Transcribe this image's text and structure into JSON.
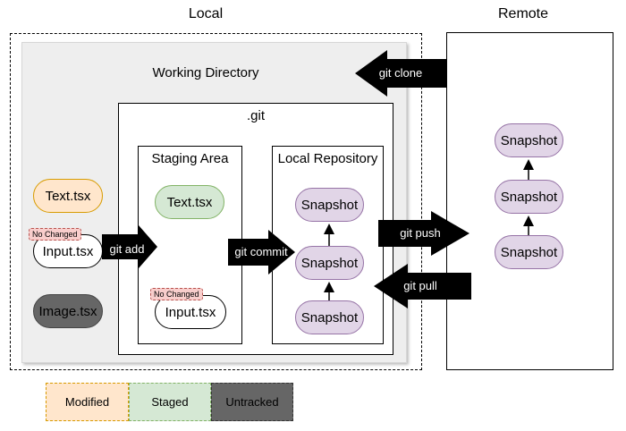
{
  "local": {
    "title": "Local",
    "working_directory": "Working Directory",
    "git_folder": ".git",
    "staging_area": "Staging Area",
    "local_repository": "Local Repository",
    "files": {
      "text": "Text.tsx",
      "input": "Input.tsx",
      "image": "Image.tsx",
      "no_changed_tag": "No Changed"
    },
    "staged_files": {
      "text": "Text.tsx",
      "input": "Input.tsx",
      "no_changed_tag": "No Changed"
    },
    "snapshots": [
      "Snapshot",
      "Snapshot",
      "Snapshot"
    ]
  },
  "remote": {
    "title": "Remote",
    "snapshots": [
      "Snapshot",
      "Snapshot",
      "Snapshot"
    ]
  },
  "commands": {
    "git_clone": "git clone",
    "git_add": "git add",
    "git_commit": "git commit",
    "git_push": "git push",
    "git_pull": "git pull"
  },
  "legend": {
    "modified": "Modified",
    "staged": "Staged",
    "untracked": "Untracked"
  },
  "colors": {
    "modified_fill": "#ffe6cc",
    "modified_stroke": "#d79b00",
    "staged_fill": "#d5e8d4",
    "staged_stroke": "#82b366",
    "untracked_fill": "#666666",
    "snapshot_fill": "#e1d5e7",
    "snapshot_stroke": "#9673a6",
    "tag_fill": "#f8cecc",
    "working_dir_fill": "#eeeeee"
  }
}
